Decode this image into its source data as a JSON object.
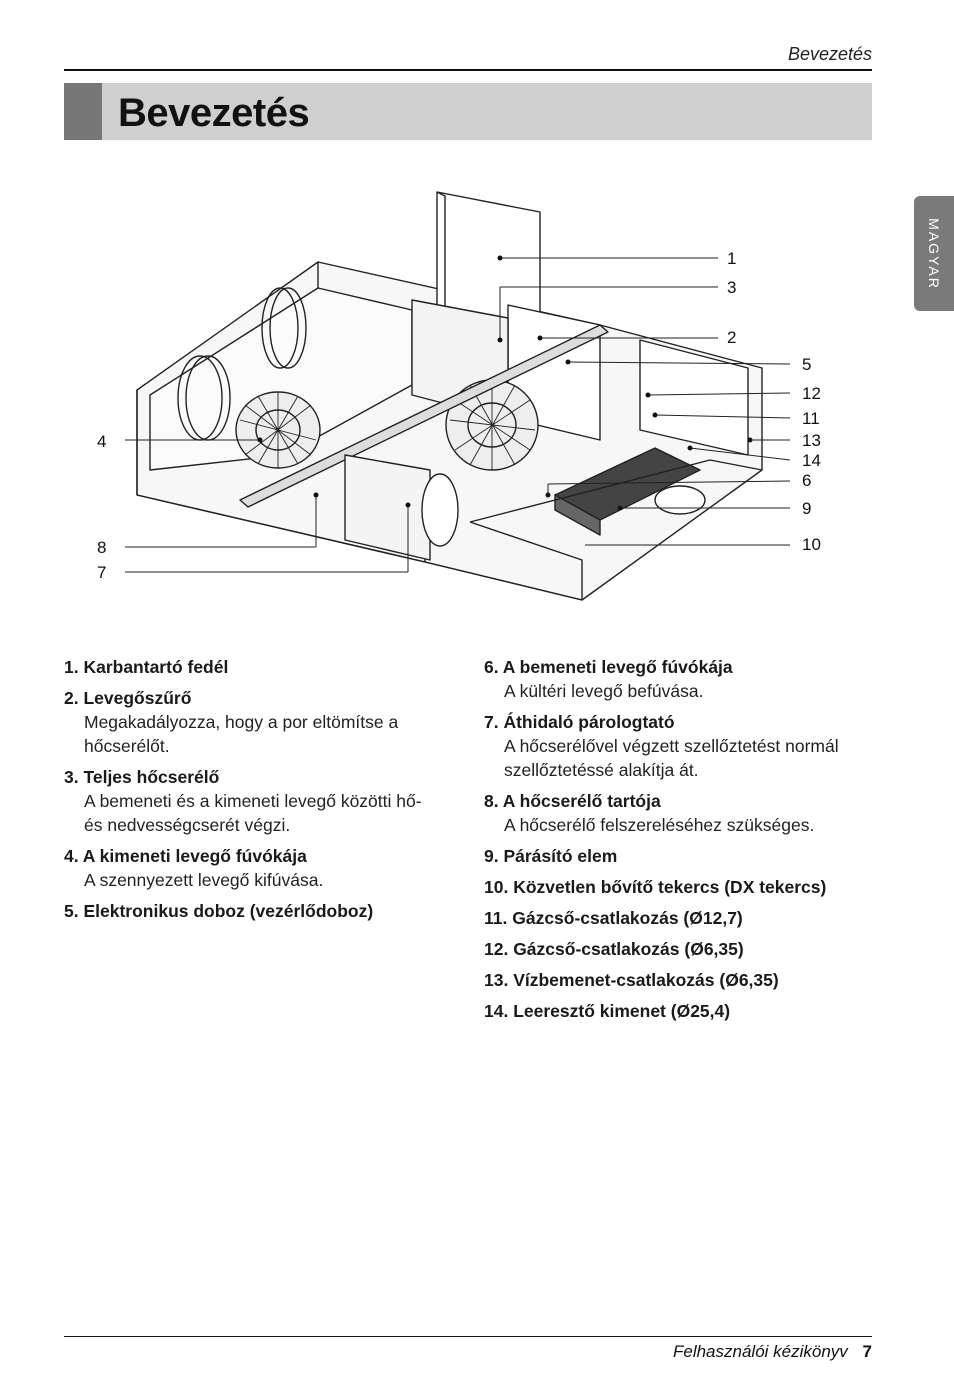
{
  "header": {
    "section": "Bevezetés"
  },
  "title": "Bevezetés",
  "side_tab": "MAGYAR",
  "diagram": {
    "callouts": [
      "1",
      "3",
      "2",
      "5",
      "12",
      "11",
      "13",
      "14",
      "6",
      "9",
      "10",
      "4",
      "8",
      "7"
    ]
  },
  "items_left": [
    {
      "name": "1. Karbantartó fedél",
      "desc": ""
    },
    {
      "name": "2. Levegőszűrő",
      "desc": "Megakadályozza, hogy a por eltömítse a hőcserélőt."
    },
    {
      "name": "3. Teljes hőcserélő",
      "desc": "A bemeneti és a kimeneti levegő közötti hő- és nedvességcserét végzi."
    },
    {
      "name": "4. A kimeneti levegő fúvókája",
      "desc": "A szennyezett levegő kifúvása."
    },
    {
      "name": "5. Elektronikus doboz (vezérlődoboz)",
      "desc": ""
    }
  ],
  "items_right": [
    {
      "name": "6. A bemeneti levegő fúvókája",
      "desc": "A kültéri levegő befúvása."
    },
    {
      "name": "7. Áthidaló párologtató",
      "desc": "A hőcserélővel végzett szellőztetést normál szellőztetéssé alakítja át."
    },
    {
      "name": "8. A hőcserélő tartója",
      "desc": "A hőcserélő felszereléséhez szükséges."
    },
    {
      "name": "9. Párásító elem",
      "desc": ""
    },
    {
      "name": "10. Közvetlen bővítő tekercs (DX tekercs)",
      "desc": ""
    },
    {
      "name": "11. Gázcső-csatlakozás (Ø12,7)",
      "desc": ""
    },
    {
      "name": "12. Gázcső-csatlakozás (Ø6,35)",
      "desc": ""
    },
    {
      "name": "13. Vízbemenet-csatlakozás (Ø6,35)",
      "desc": ""
    },
    {
      "name": "14. Leeresztő kimenet (Ø25,4)",
      "desc": ""
    }
  ],
  "footer": {
    "doc_title": "Felhasználói kézikönyv",
    "page": "7"
  }
}
